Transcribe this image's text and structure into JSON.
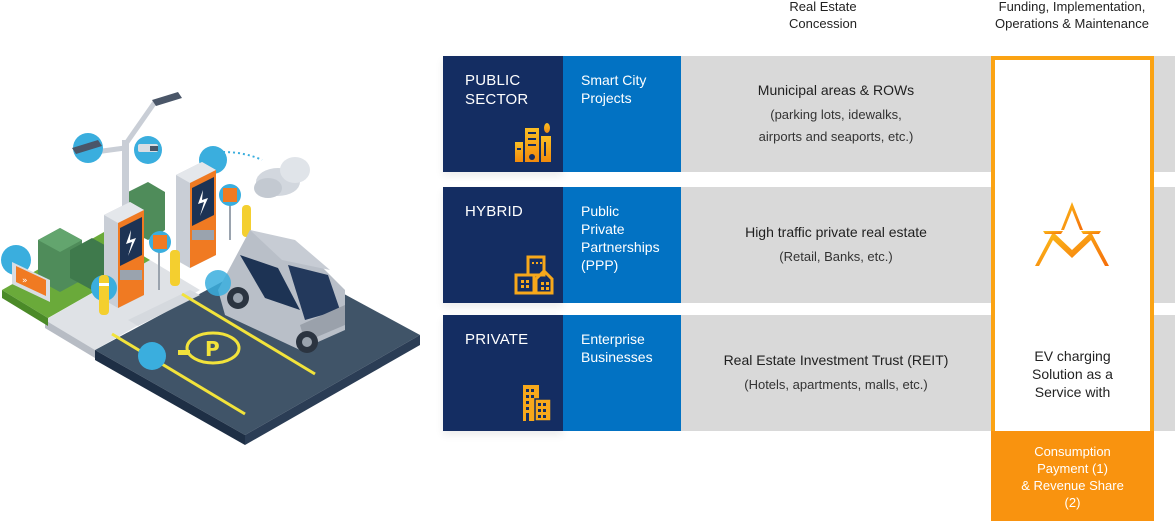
{
  "headers": {
    "concession": "Real Estate Concession",
    "concession_line1": "Real Estate",
    "concession_line2": "Concession",
    "funding_line1": "Funding, Implementation,",
    "funding_line2": "Operations & Maintenance"
  },
  "rows": [
    {
      "sector_line1": "PUBLIC",
      "sector_line2": "SECTOR",
      "sector_icon": "smart-city-building-icon",
      "project_lines": [
        "Smart City",
        "Projects"
      ],
      "estate_title": "Municipal areas & ROWs",
      "estate_sub_lines": [
        "(parking lots, idewalks,",
        "airports and seaports, etc.)"
      ]
    },
    {
      "sector_line1": "HYBRID",
      "sector_line2": "",
      "sector_icon": "hybrid-buildings-icon",
      "project_lines": [
        "Public",
        "Private",
        "Partnerships",
        "(PPP)"
      ],
      "estate_title": "High traffic private real estate",
      "estate_sub_lines": [
        "(Retail, Banks, etc.)"
      ]
    },
    {
      "sector_line1": "PRIVATE",
      "sector_line2": "",
      "sector_icon": "office-buildings-icon",
      "project_lines": [
        "Enterprise",
        "Businesses"
      ],
      "estate_title": "Real Estate Investment Trust (REIT)",
      "estate_sub_lines": [
        "(Hotels, apartments, malls, etc.)"
      ]
    }
  ],
  "saas": {
    "logo_icon": "brand-logo-icon",
    "lines": [
      "EV charging",
      "Solution as a",
      "Service with"
    ]
  },
  "payment": {
    "lines": [
      "Consumption",
      "Payment (1)",
      "& Revenue Share",
      "(2)"
    ]
  },
  "colors": {
    "sector_navy": "#142d62",
    "project_blue": "#0272c3",
    "estate_gray": "#d9d9d9",
    "accent_orange": "#fba313",
    "payment_orange": "#f9930f",
    "icon_yellow": "#f7a81b"
  },
  "illustration": {
    "description": "isometric EV charging parking lot",
    "elements": [
      "street-lamp",
      "security-camera",
      "charging-station",
      "charging-station",
      "cloud",
      "car",
      "parking-sign",
      "bollards",
      "ev-parking-spot",
      "direction-sign",
      "trees"
    ]
  }
}
